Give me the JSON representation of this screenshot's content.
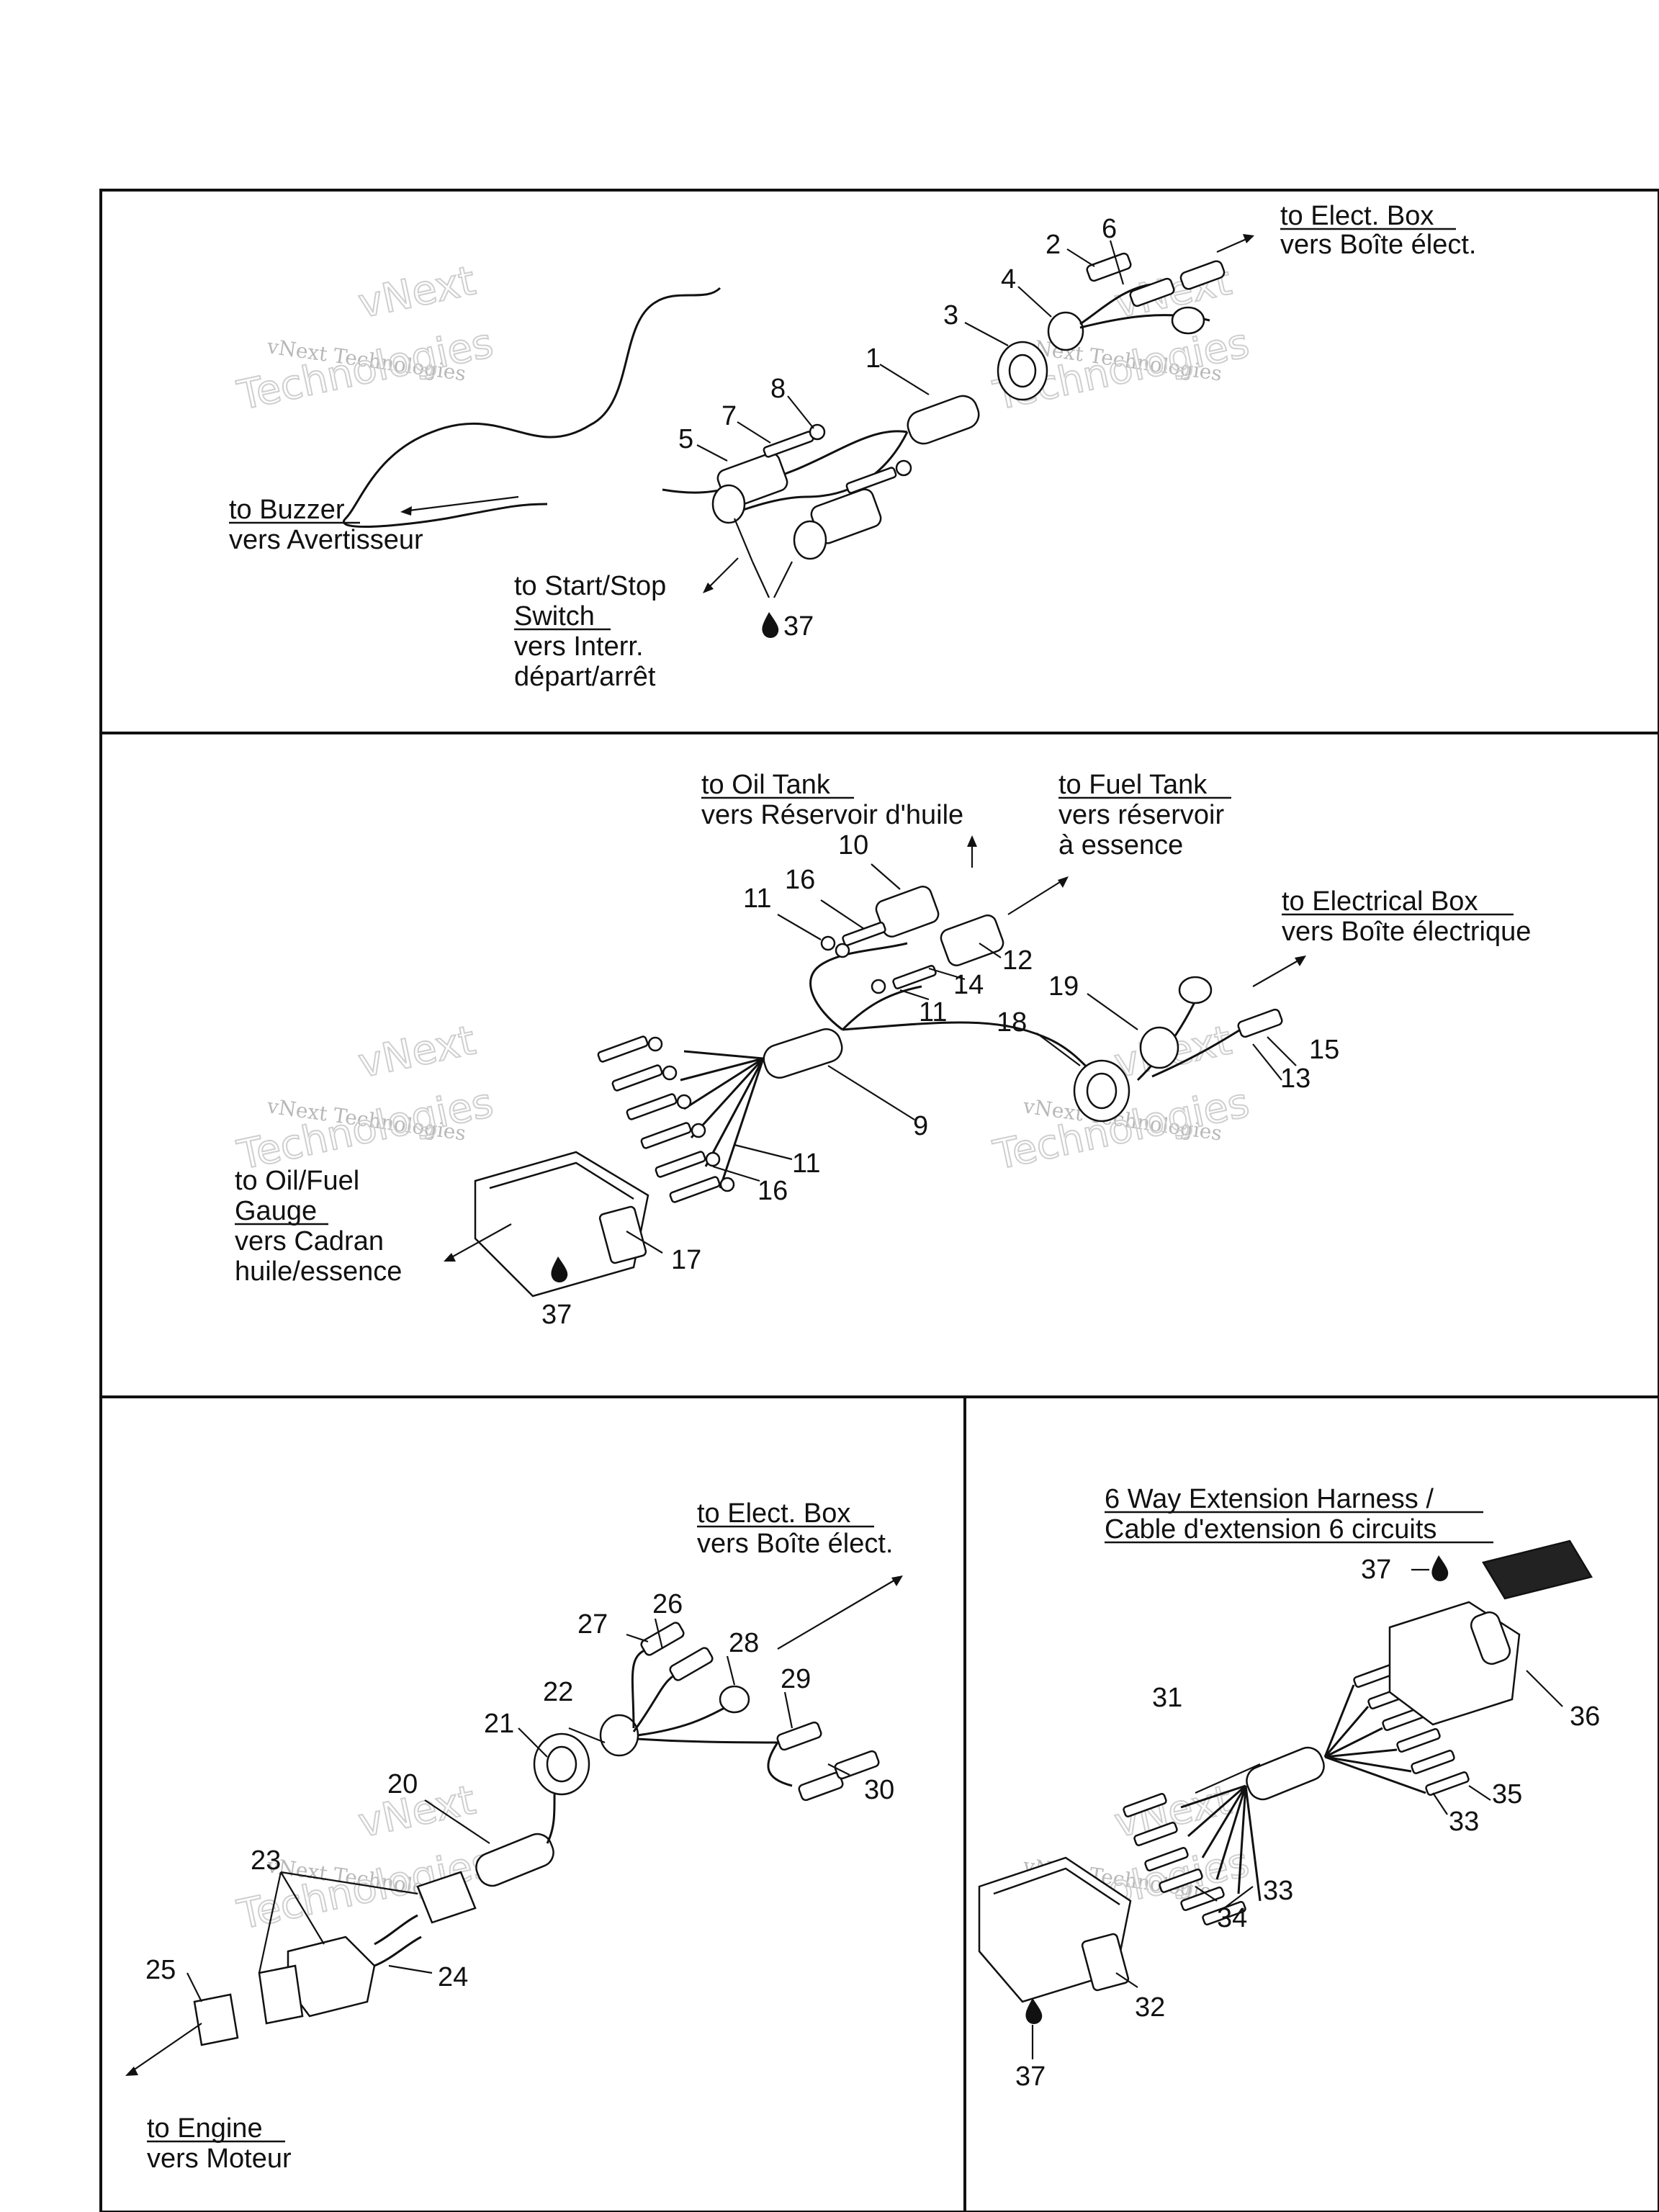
{
  "panels": {
    "panel1": {
      "labels": {
        "elect_box_en": "to Elect. Box",
        "elect_box_fr": "vers Boîte élect.",
        "buzzer_en": "to Buzzer",
        "buzzer_fr": "vers Avertisseur",
        "start_stop_en_1": "to Start/Stop",
        "start_stop_en_2": "Switch",
        "start_stop_fr_1": "vers Interr.",
        "start_stop_fr_2": "départ/arrêt"
      },
      "callouts": [
        "1",
        "2",
        "3",
        "4",
        "5",
        "6",
        "7",
        "8",
        "37"
      ]
    },
    "panel2": {
      "labels": {
        "oil_tank_en": "to Oil Tank",
        "oil_tank_fr": "vers Réservoir d'huile",
        "fuel_tank_en": "to Fuel Tank",
        "fuel_tank_fr_1": "vers réservoir",
        "fuel_tank_fr_2": "à essence",
        "electrical_box_en": "to Electrical Box",
        "electrical_box_fr": "vers Boîte électrique",
        "gauge_en_1": "to Oil/Fuel",
        "gauge_en_2": "Gauge",
        "gauge_fr_1": "vers Cadran",
        "gauge_fr_2": "huile/essence"
      },
      "callouts": [
        "9",
        "10",
        "11",
        "11",
        "11",
        "12",
        "13",
        "14",
        "15",
        "16",
        "16",
        "17",
        "18",
        "19",
        "37"
      ]
    },
    "panel3": {
      "labels": {
        "elect_box_en": "to Elect. Box",
        "elect_box_fr": "vers Boîte élect.",
        "engine_en": "to Engine",
        "engine_fr": "vers Moteur"
      },
      "callouts": [
        "20",
        "21",
        "22",
        "23",
        "24",
        "25",
        "26",
        "27",
        "28",
        "29",
        "30"
      ]
    },
    "panel4": {
      "labels": {
        "title_1": "6 Way Extension Harness /",
        "title_2": "Cable d'extension 6 circuits"
      },
      "callouts": [
        "31",
        "32",
        "33",
        "33",
        "34",
        "35",
        "36",
        "37",
        "37"
      ]
    }
  },
  "watermark": {
    "line1": "vNext Technologies",
    "line2": "Technologies",
    "line3": "vNext"
  }
}
